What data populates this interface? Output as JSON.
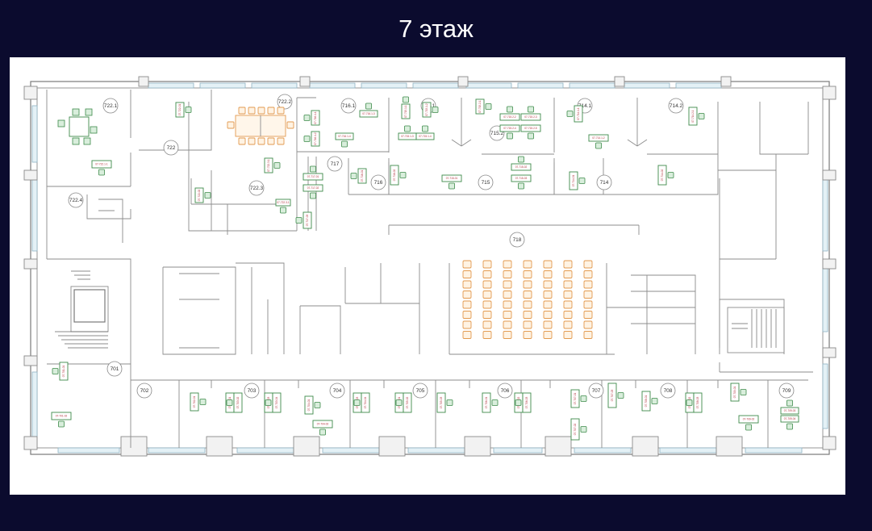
{
  "header": {
    "title": "7 этаж"
  },
  "colors": {
    "background": "#0b0b2e",
    "desk": "#3d8a4a",
    "desk_label": "#b0303a",
    "meeting_furniture": "#e29a4f",
    "walls": "#7a7a7a"
  },
  "rooms": [
    {
      "id": "r7221",
      "label": "722.1"
    },
    {
      "id": "r7222",
      "label": "722.2"
    },
    {
      "id": "r722",
      "label": "722"
    },
    {
      "id": "r7223",
      "label": "722.3"
    },
    {
      "id": "r7224",
      "label": "722.4"
    },
    {
      "id": "r7161",
      "label": "716.1"
    },
    {
      "id": "r7151",
      "label": "715.1"
    },
    {
      "id": "r7152",
      "label": "715.2"
    },
    {
      "id": "r7141",
      "label": "714.1"
    },
    {
      "id": "r7142",
      "label": "714.2"
    },
    {
      "id": "r717",
      "label": "717"
    },
    {
      "id": "r716",
      "label": "716"
    },
    {
      "id": "r715",
      "label": "715"
    },
    {
      "id": "r714",
      "label": "714"
    },
    {
      "id": "r718",
      "label": "718"
    },
    {
      "id": "r701",
      "label": "701"
    },
    {
      "id": "r702",
      "label": "702"
    },
    {
      "id": "r703",
      "label": "703"
    },
    {
      "id": "r704",
      "label": "704"
    },
    {
      "id": "r705",
      "label": "705"
    },
    {
      "id": "r706",
      "label": "706"
    },
    {
      "id": "r707",
      "label": "707"
    },
    {
      "id": "r708",
      "label": "708"
    },
    {
      "id": "r709",
      "label": "709"
    }
  ],
  "desks": [
    {
      "id": "d1",
      "label": "07-722.1-1"
    },
    {
      "id": "d2",
      "label": "07-722-01"
    },
    {
      "id": "d3",
      "label": "07-722-02"
    },
    {
      "id": "d4",
      "label": "07-722.3-1"
    },
    {
      "id": "d5",
      "label": "07-722.3-1"
    },
    {
      "id": "d6",
      "label": "07-716.1-1"
    },
    {
      "id": "d7",
      "label": "07-716.1-3"
    },
    {
      "id": "d8",
      "label": "07-716.1-2"
    },
    {
      "id": "d9",
      "label": "07-716.1-4"
    },
    {
      "id": "d10",
      "label": "07-715.1-1"
    },
    {
      "id": "d11",
      "label": "07-715.1-2"
    },
    {
      "id": "d12",
      "label": "07-715.1-3"
    },
    {
      "id": "d13",
      "label": "07-715.1-4"
    },
    {
      "id": "d14",
      "label": "07-715.2-1"
    },
    {
      "id": "d15",
      "label": "07-715.2-2"
    },
    {
      "id": "d16",
      "label": "07-715.2-3"
    },
    {
      "id": "d17",
      "label": "07-715.2-4"
    },
    {
      "id": "d18",
      "label": "07-715.2-5"
    },
    {
      "id": "d19",
      "label": "07-714.1-1"
    },
    {
      "id": "d20",
      "label": "07-714.1-2"
    },
    {
      "id": "d21",
      "label": "07-714.2-1"
    },
    {
      "id": "d22",
      "label": "07-717-01"
    },
    {
      "id": "d23",
      "label": "07-717-02"
    },
    {
      "id": "d24",
      "label": "07-717-03"
    },
    {
      "id": "d25",
      "label": "07-716-01"
    },
    {
      "id": "d26",
      "label": "07-716-02"
    },
    {
      "id": "d27",
      "label": "07-715-01"
    },
    {
      "id": "d28",
      "label": "07-715-02"
    },
    {
      "id": "d29",
      "label": "07-715-03"
    },
    {
      "id": "d30",
      "label": "07-714-01"
    },
    {
      "id": "d31",
      "label": "07-714-02"
    },
    {
      "id": "d32",
      "label": "07-701-01"
    },
    {
      "id": "d33",
      "label": "07-701-02"
    },
    {
      "id": "d34",
      "label": "07-702-01"
    },
    {
      "id": "d35",
      "label": "07-703-01"
    },
    {
      "id": "d36",
      "label": "07-703-02"
    },
    {
      "id": "d37",
      "label": "07-703-03"
    },
    {
      "id": "d38",
      "label": "07-703-04"
    },
    {
      "id": "d39",
      "label": "07-704-01"
    },
    {
      "id": "d40",
      "label": "07-704-02"
    },
    {
      "id": "d41",
      "label": "07-704-03"
    },
    {
      "id": "d42",
      "label": "07-704-04"
    },
    {
      "id": "d43",
      "label": "07-705-01"
    },
    {
      "id": "d44",
      "label": "07-705-02"
    },
    {
      "id": "d45",
      "label": "07-705-03"
    },
    {
      "id": "d46",
      "label": "07-706-01"
    },
    {
      "id": "d47",
      "label": "07-706-02"
    },
    {
      "id": "d48",
      "label": "07-706-03"
    },
    {
      "id": "d49",
      "label": "07-707-01"
    },
    {
      "id": "d50",
      "label": "07-707-02"
    },
    {
      "id": "d51",
      "label": "07-707-03"
    },
    {
      "id": "d52",
      "label": "07-708-01"
    },
    {
      "id": "d53",
      "label": "07-708-02"
    },
    {
      "id": "d54",
      "label": "07-708-03"
    },
    {
      "id": "d55",
      "label": "07-709-01"
    },
    {
      "id": "d56",
      "label": "07-709-02"
    },
    {
      "id": "d57",
      "label": "07-709-03"
    },
    {
      "id": "d58",
      "label": "07-709-04"
    }
  ]
}
